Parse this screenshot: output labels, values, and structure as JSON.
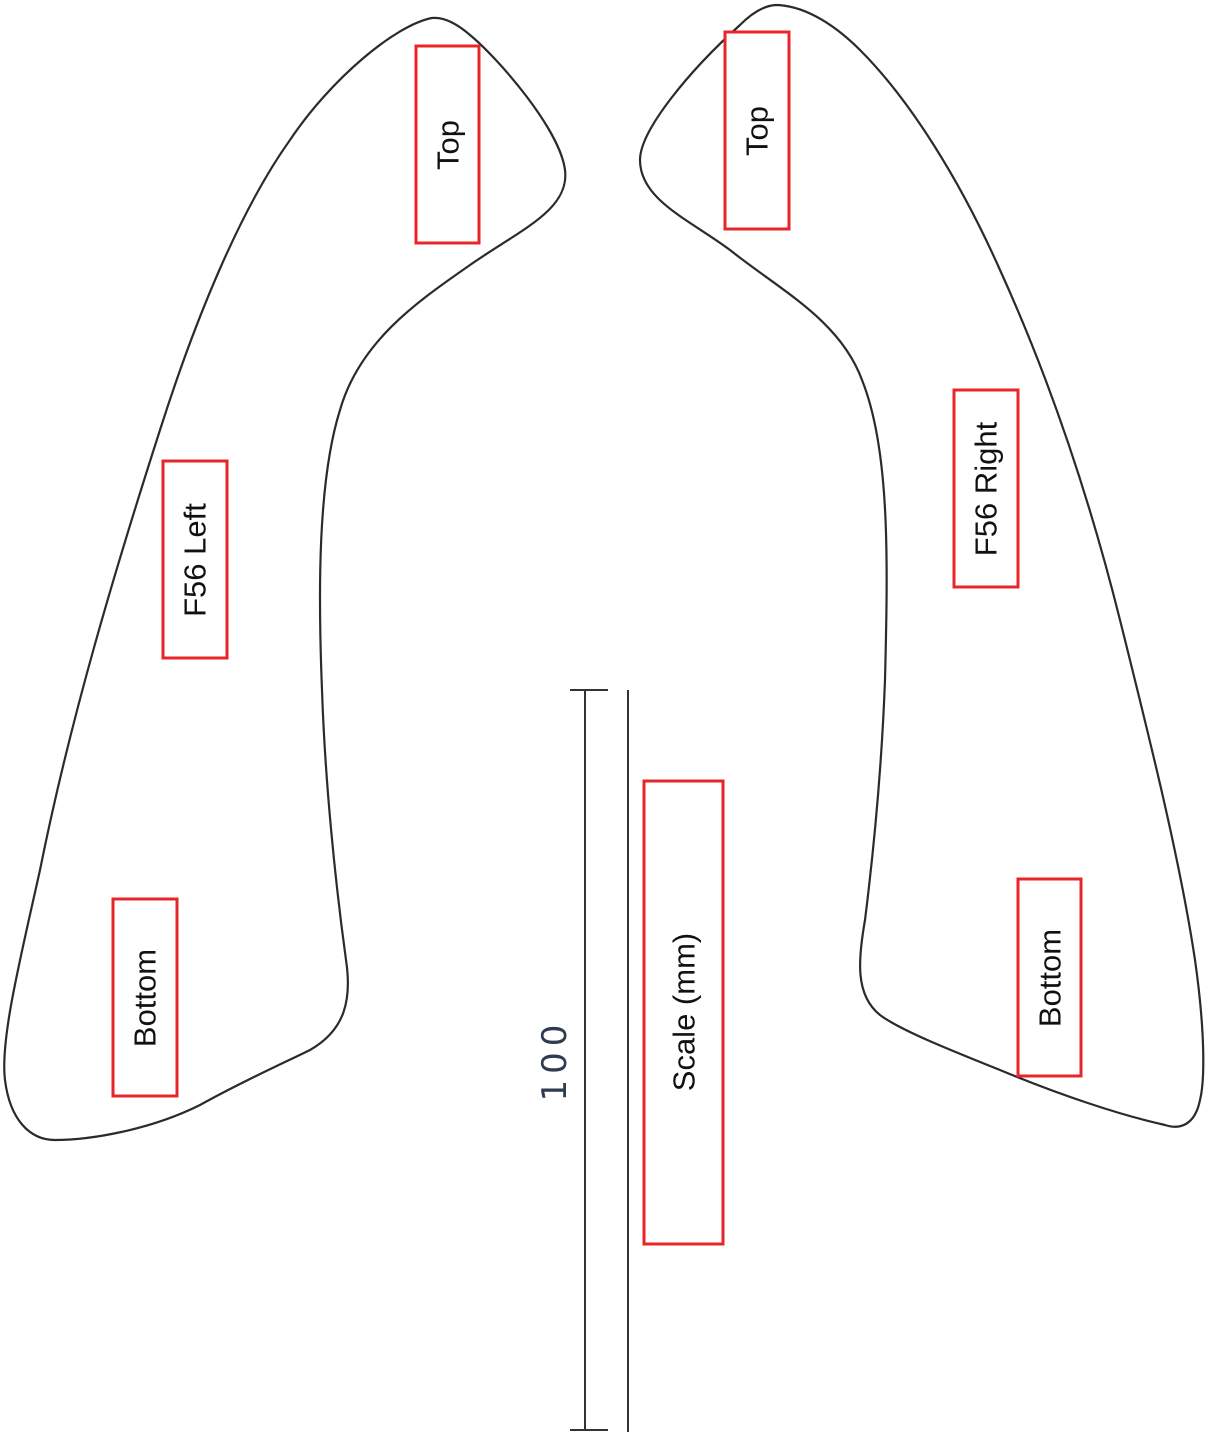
{
  "diagram": {
    "left_piece": {
      "name": "F56 Left",
      "top_label": "Top",
      "bottom_label": "Bottom"
    },
    "right_piece": {
      "name": "F56 Right",
      "top_label": "Top",
      "bottom_label": "Bottom"
    },
    "scale": {
      "label": "Scale (mm)",
      "value": "100"
    },
    "colors": {
      "outline": "#2b2b2b",
      "label_border": "#e8262a",
      "scale_value": "#2f3b4f"
    }
  }
}
